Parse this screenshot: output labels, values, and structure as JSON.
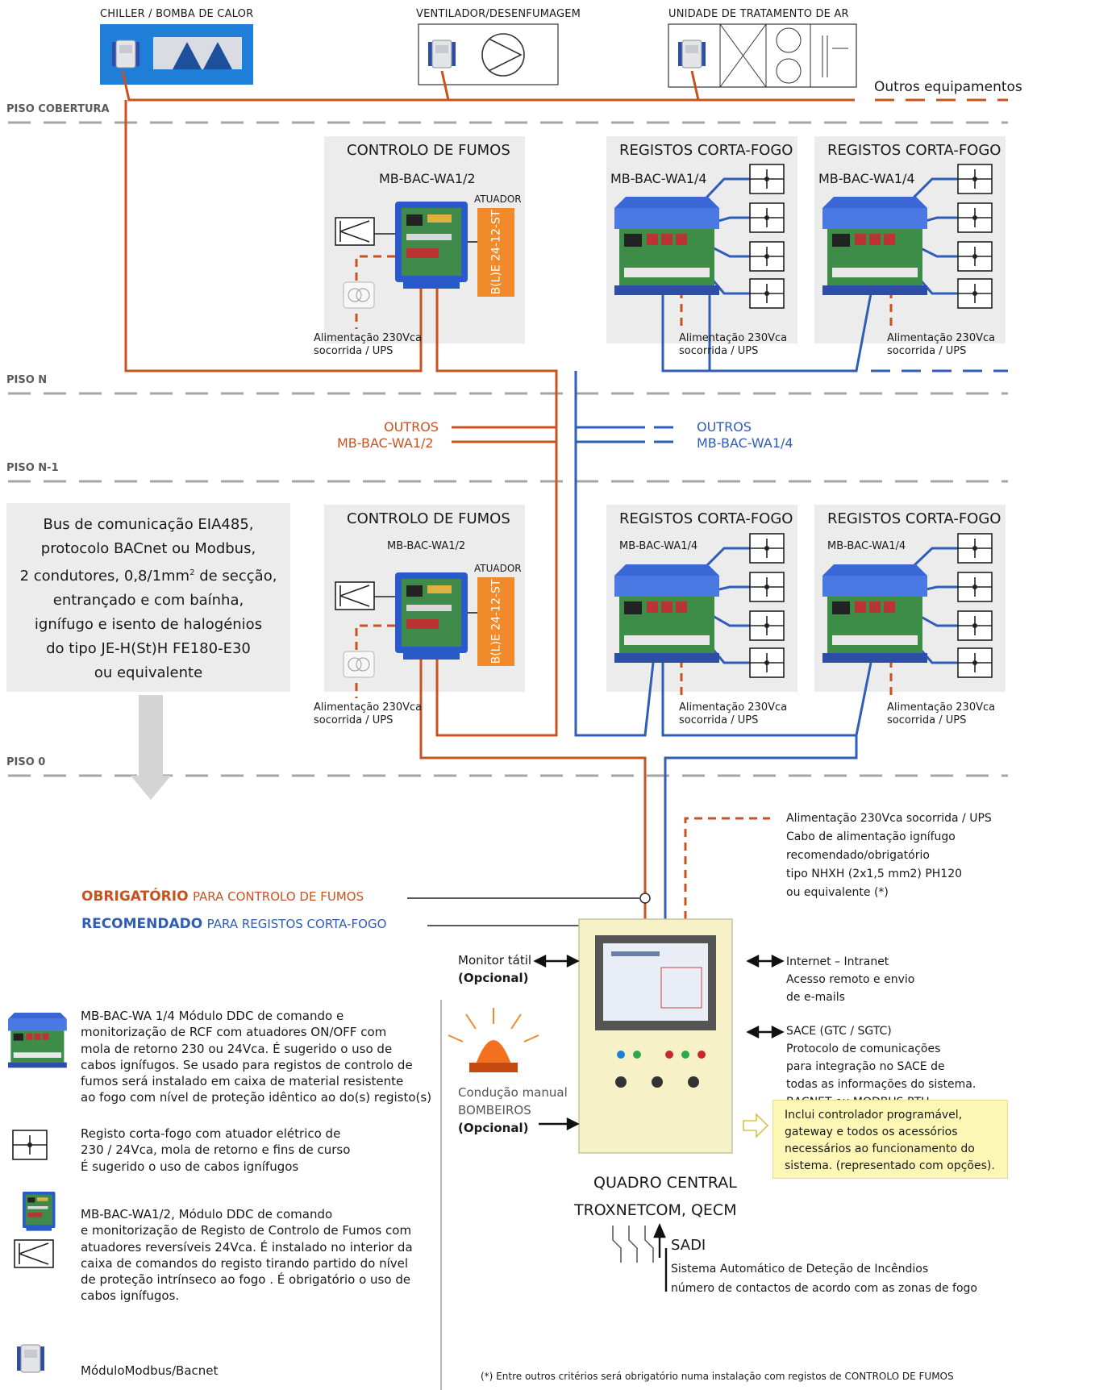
{
  "header": {
    "chiller": "CHILLER / BOMBA DE CALOR",
    "fan": "VENTILADOR/DESENFUMAGEM",
    "ahu": "UNIDADE DE TRATAMENTO DE AR",
    "others": "Outros equipamentos"
  },
  "floors": {
    "roof": "PISO COBERTURA",
    "n": "PISO N",
    "n1": "PISO N-1",
    "zero": "PISO 0"
  },
  "smoke_control": {
    "title": "CONTROLO DE FUMOS",
    "model": "MB-BAC-WA1/2",
    "actuator_label": "ATUADOR",
    "actuator_model": "B(L)E 24-12-ST",
    "power_line1": "Alimentação 230Vca",
    "power_line2": "socorrida / UPS"
  },
  "fire_dampers": {
    "title": "REGISTOS CORTA-FOGO",
    "model": "MB-BAC-WA1/4",
    "power_line1": "Alimentação 230Vca",
    "power_line2": "socorrida / UPS"
  },
  "others": {
    "orange_1": "OUTROS",
    "orange_2": "MB-BAC-WA1/2",
    "blue_1": "OUTROS",
    "blue_2": "MB-BAC-WA1/4"
  },
  "bus_spec": {
    "line1": "Bus de comunicação EIA485,",
    "line2": "protocolo BACnet ou Modbus,",
    "line3_pre": "2 condutores, 0,8/1mm",
    "line3_sup": "2",
    "line3_post": " de secção,",
    "line4": "entrançado e com baínha,",
    "line5": "ignífugo e isento de halogénios",
    "line6": "do tipo JE-H(St)H FE180-E30",
    "line7": "ou equivalente"
  },
  "requirements": {
    "mandatory_strong": "OBRIGATÓRIO",
    "mandatory_rest": "PARA CONTROLO DE FUMOS",
    "recommended_strong": "RECOMENDADO",
    "recommended_rest": "PARA REGISTOS CORTA-FOGO"
  },
  "power_note": {
    "line1": "Alimentação 230Vca socorrida / UPS",
    "line2": "Cabo de alimentação ignífugo",
    "line3": "recomendado/obrigatório",
    "line4": "tipo NHXH (2x1,5 mm2) PH120",
    "line5": "ou equivalente (*)"
  },
  "central": {
    "monitor": "Monitor tátil",
    "optional": "(Opcional)",
    "manual_1": "Condução manual",
    "manual_2": "BOMBEIROS",
    "title_1": "QUADRO CENTRAL",
    "title_2": "TROXNETCOM, QECM",
    "internet_1": "Internet – Intranet",
    "internet_2": "Acesso remoto e envio",
    "internet_3": "de e-mails",
    "sace_1": "SACE (GTC / SGTC)",
    "sace_2": "Protocolo de comunicações",
    "sace_3": "para integração no SACE de",
    "sace_4": "todas as informações do sistema.",
    "sace_5": "BACNET ou MODBUS RTU",
    "includes_1": "Inclui controlador programável,",
    "includes_2": "gateway e todos os acessórios",
    "includes_3": "necessários ao funcionamento do",
    "includes_4": "sistema. (representado com opções).",
    "sadi_title": "SADI",
    "sadi_1": "Sistema Automático de Deteção de Incêndios",
    "sadi_2": "número de contactos de acordo com as zonas de fogo",
    "footnote": "(*) Entre outros critérios será obrigatório numa instalação com registos de CONTROLO DE FUMOS"
  },
  "legend": {
    "wa14": [
      "MB-BAC-WA 1/4 Módulo DDC de comando e",
      "monitorização de RCF com atuadores ON/OFF com",
      "mola de retorno 230 ou 24Vca. É sugerido o uso de",
      "cabos ignífugos. Se usado para registos de controlo de",
      "fumos será instalado em caixa de material resistente",
      "ao fogo com nível de proteção idêntico ao do(s) registo(s)"
    ],
    "damper": [
      "Registo corta-fogo com atuador elétrico de",
      "230 / 24Vca, mola de retorno e fins de curso",
      "É sugerido o uso de cabos ignífugos"
    ],
    "wa12": [
      "MB-BAC-WA1/2, Módulo DDC de comando",
      "e monitorização de Registo de Controlo de Fumos com",
      "atuadores reversíveis 24Vca. É instalado no interior da",
      "caixa de comandos do registo tirando partido do nível",
      "de proteção intrínseco ao fogo . É obrigatório o uso de",
      "cabos ignífugos."
    ],
    "modbus": "MóduloModbus/Bacnet"
  },
  "colors": {
    "orange": "#c8531f",
    "blue": "#2f5db8",
    "grey_box": "#ececec",
    "yellow_note": "#fdf7b5",
    "panel": "#f7f1c7"
  }
}
